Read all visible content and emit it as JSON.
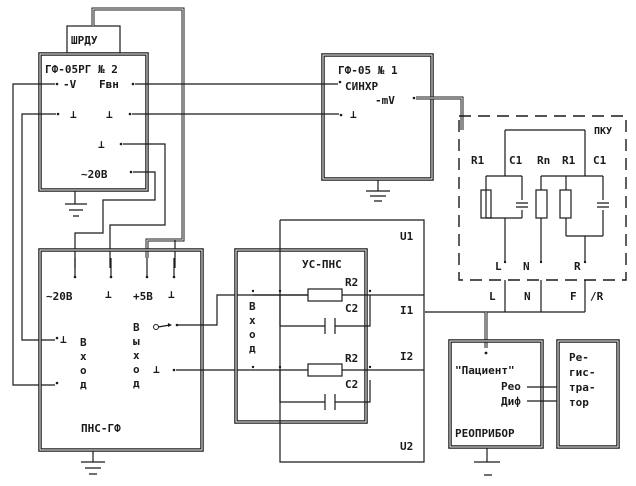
{
  "diagram": {
    "type": "block-schematic",
    "blocks": {
      "shrdu": {
        "label": "ШРДУ"
      },
      "gf2": {
        "title": "ГФ-05РГ № 2",
        "ports": {
          "minus_v": "-V",
          "fvn": "Fвн",
          "gnd": "⊥",
          "supply": "~20В"
        }
      },
      "gf1": {
        "title": "ГФ-05 № 1",
        "ports": {
          "sync": "СИНХР",
          "mv": "-mV",
          "gnd": "⊥"
        }
      },
      "pku": {
        "title": "ПКУ",
        "components": [
          "R1",
          "C1",
          "Rn",
          "R1",
          "C1"
        ],
        "terminals": [
          "L",
          "N",
          "R"
        ]
      },
      "pns": {
        "title": "ПНС-ГФ",
        "power": [
          "~20В",
          "⊥",
          "+5В",
          "⊥"
        ],
        "input_label": [
          "В",
          "х",
          "о",
          "д"
        ],
        "output_label": [
          "В",
          "ы",
          "х",
          "о",
          "д"
        ],
        "gnd": "⊥"
      },
      "us_pns": {
        "title": "УС-ПНС",
        "input_label": [
          "В",
          "х",
          "о",
          "д"
        ],
        "components": [
          {
            "r": "R2",
            "c": "C2"
          },
          {
            "r": "R2",
            "c": "C2"
          }
        ]
      },
      "loop": {
        "labels": [
          "U1",
          "I1",
          "I2",
          "U2"
        ]
      },
      "bus": {
        "labels": [
          "L",
          "N",
          "F",
          "/R"
        ]
      },
      "reopribor": {
        "title": "РЕОПРИБОР",
        "patient": "\"Пациент\"",
        "outputs": [
          "Рео",
          "Диф"
        ]
      },
      "registrator": {
        "label_lines": [
          "Ре-",
          "гис-",
          "тра-",
          "тор"
        ]
      }
    }
  }
}
